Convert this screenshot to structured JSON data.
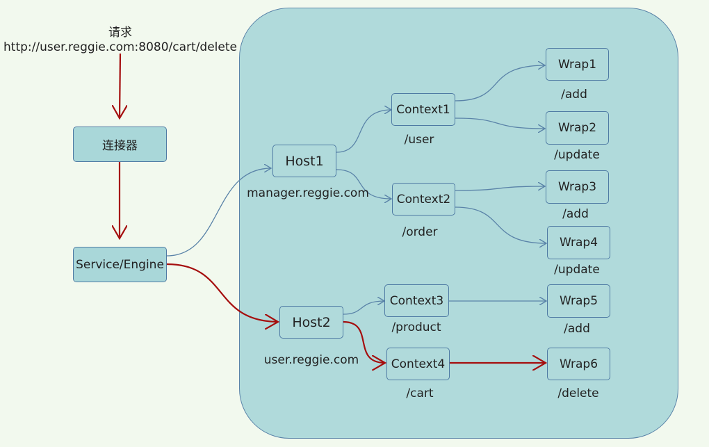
{
  "request": {
    "title": "请求",
    "url": "http://user.reggie.com:8080/cart/delete"
  },
  "connector": "连接器",
  "engine": "Service/Engine",
  "hosts": [
    {
      "name": "Host1",
      "domain": "manager.reggie.com"
    },
    {
      "name": "Host2",
      "domain": "user.reggie.com"
    }
  ],
  "contexts": [
    {
      "name": "Context1",
      "path": "/user"
    },
    {
      "name": "Context2",
      "path": "/order"
    },
    {
      "name": "Context3",
      "path": "/product"
    },
    {
      "name": "Context4",
      "path": "/cart"
    }
  ],
  "wraps": [
    {
      "name": "Wrap1",
      "path": "/add"
    },
    {
      "name": "Wrap2",
      "path": "/update"
    },
    {
      "name": "Wrap3",
      "path": "/add"
    },
    {
      "name": "Wrap4",
      "path": "/update"
    },
    {
      "name": "Wrap5",
      "path": "/add"
    },
    {
      "name": "Wrap6",
      "path": "/delete"
    }
  ],
  "colors": {
    "background": "#f2f9ee",
    "container": "#b0dadb",
    "border": "#4e7aa3",
    "normal_link": "#5a83a8",
    "active_path": "#a50e0e"
  }
}
